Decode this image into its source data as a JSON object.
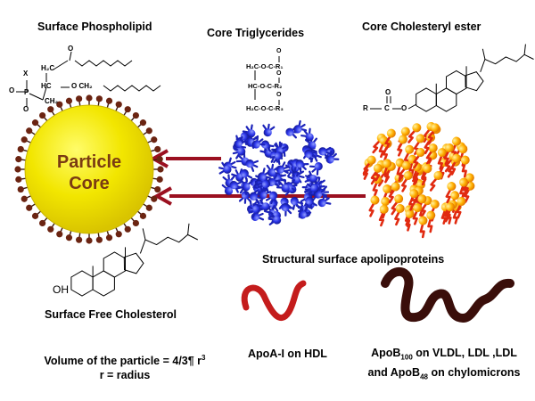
{
  "labels": {
    "surface_phospholipid": "Surface Phospholipid",
    "core_triglycerides": "Core Triglycerides",
    "core_cholesteryl_ester": "Core Cholesteryl ester",
    "particle_core_line1": "Particle",
    "particle_core_line2": "Core",
    "surface_free_cholesterol": "Surface Free Cholesterol",
    "structural_apolipoproteins": "Structural surface apolipoproteins",
    "apoa1": "ApoA-I on HDL",
    "apob_prefix": "ApoB",
    "apob_sub": "100",
    "apob_suffix": " on VLDL, LDL ,LDL",
    "apob48_prefix": "and ApoB",
    "apob48_sub": "48",
    "apob48_suffix": " on chylomicrons",
    "volume_prefix": "Volume of the particle = 4/3¶ r",
    "volume_sup": "3",
    "radius": "r = radius"
  },
  "chem": {
    "phospholipid_x": "X",
    "phospholipid_p": "P",
    "phospholipid_o1": "O",
    "phospholipid_o2": "O",
    "phospholipid_ch2_top": "H₂C",
    "phospholipid_hc": "HC",
    "phospholipid_ch2_bottom": "CH₂",
    "phospholipid_o_ester": "O",
    "phospholipid_o_ch2": "O  CH₂",
    "tg_row1": "H₂C-O-C-R₁",
    "tg_row2": "HC-O-C-R₂",
    "tg_row3": "H₂C-O-C-R₃",
    "tg_o": "O",
    "ce_r": "R",
    "ce_c": "C",
    "ce_o_bottom": "O",
    "ce_o_top": "O",
    "ce_o_link": "O",
    "chol_oh": "OH"
  },
  "colors": {
    "particle_fill": "#f2e600",
    "particle_edge": "#c8b400",
    "particle_text": "#7a3b12",
    "headgroup": "#6b2412",
    "triglyceride": "#2b35e8",
    "ester_sphere": "#ffaa00",
    "ester_tail": "#e12a10",
    "arrow": "#9b1020",
    "apoa1": "#c41c1c",
    "apob": "#3a0e0a"
  },
  "icons": {
    "arrow_upper": "left-arrow-icon",
    "arrow_lower": "left-arrow-icon"
  }
}
